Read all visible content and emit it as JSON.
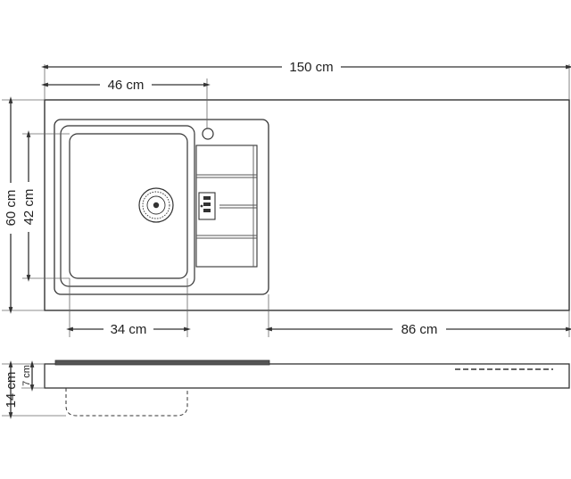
{
  "dimensions": {
    "overall_width": "150 cm",
    "sink_offset": "46 cm",
    "overall_depth": "60 cm",
    "bowl_depth": "42 cm",
    "bowl_width": "34 cm",
    "countertop_length": "86 cm",
    "total_height": "14 cm",
    "bowl_height": "7 cm"
  },
  "colors": {
    "line": "#333333",
    "fill": "#ffffff",
    "shade": "#cccccc",
    "dark": "#555555"
  }
}
